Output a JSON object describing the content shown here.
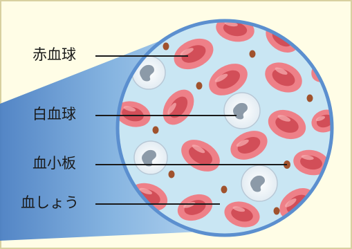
{
  "labels": {
    "red_blood_cell": "赤血球",
    "white_blood_cell": "白血球",
    "platelet": "血小板",
    "plasma": "血しょう"
  },
  "colors": {
    "page_background": "#fffde6",
    "border": "#d8d0a0",
    "magnifier_ring": "#5b8fcf",
    "plasma_fill": "#c9e6f3",
    "red_cell": "#e06a72",
    "red_cell_center": "#d05058",
    "white_cell": "#eef4f8",
    "white_cell_nucleus": "#8c9aa8",
    "platelet": "#a0522d",
    "leader_line": "#1a1a1a"
  },
  "icons": {
    "red_cell": "biconcave-disc",
    "white_cell": "leukocyte",
    "platelet": "dot"
  }
}
